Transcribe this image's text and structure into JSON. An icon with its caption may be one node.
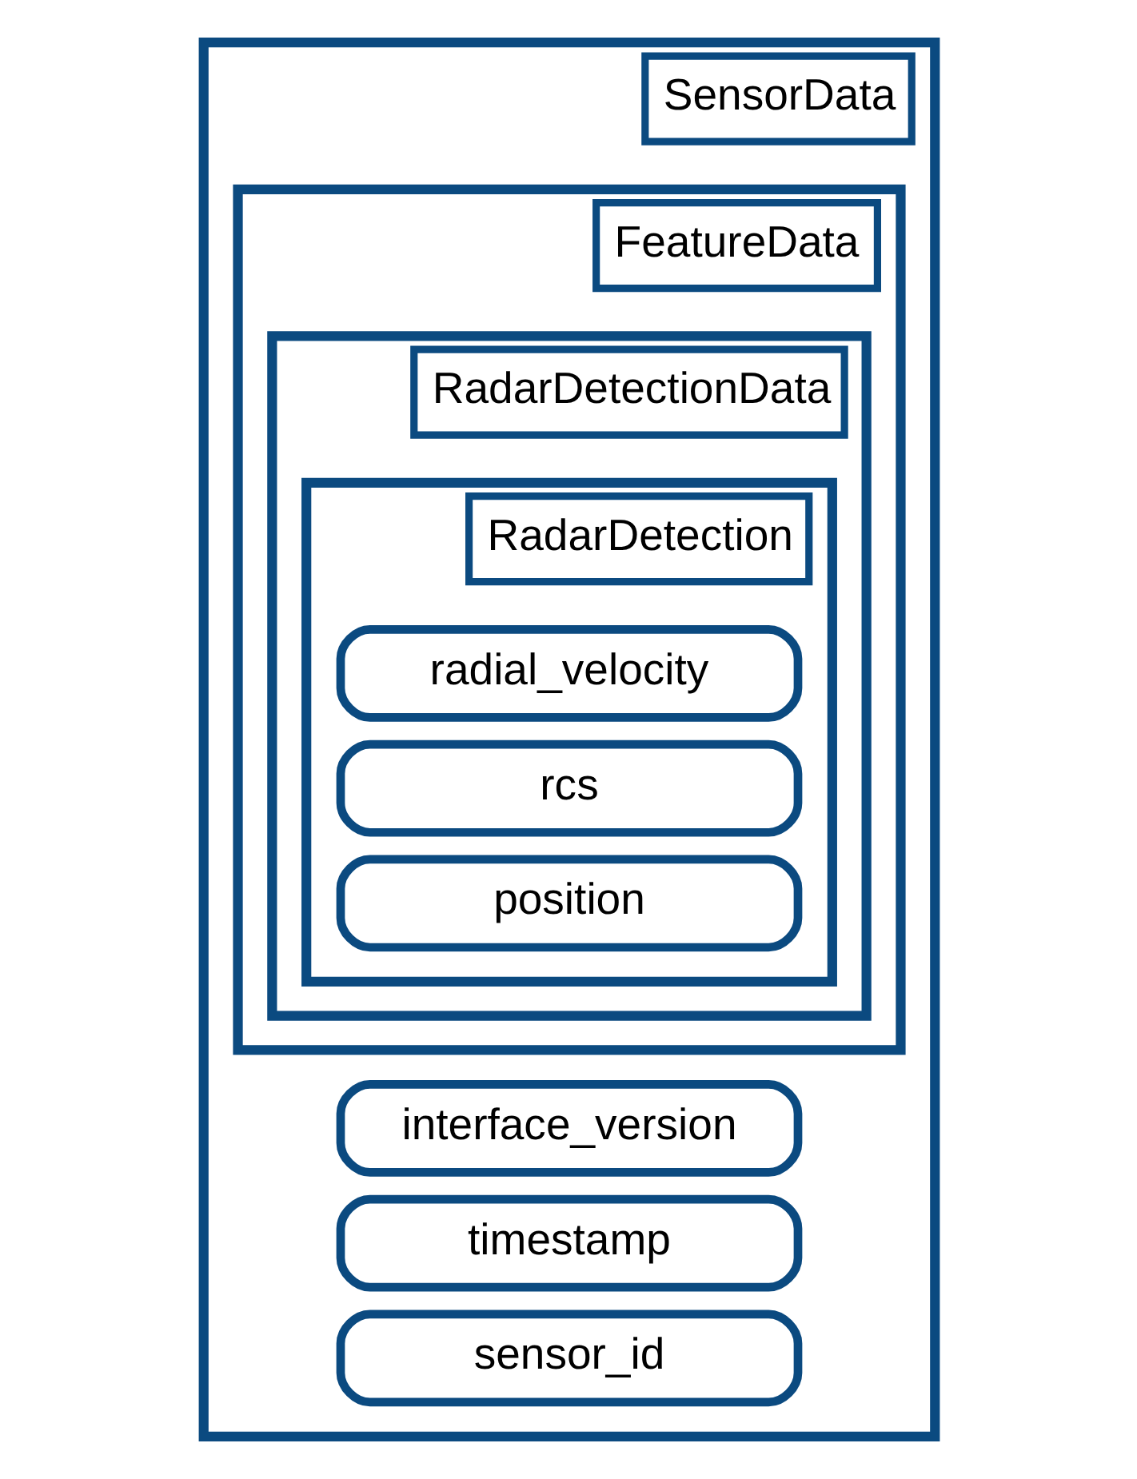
{
  "diagram": {
    "nodes": [
      {
        "text": [
          "SensorData"
        ]
      },
      {
        "text": [
          "interface_version"
        ],
        "in": 0
      },
      {
        "text": [
          "FeatureData"
        ],
        "in": 0
      },
      {
        "text": [
          "RadarDetectionData"
        ],
        "in": 2
      },
      {
        "text": [
          "RadarDetection"
        ],
        "in": 3
      },
      {
        "text": [
          "radial_velocity"
        ],
        "in": 4
      },
      {
        "text": [
          "rcs"
        ],
        "in": 4
      },
      {
        "text": [
          "position"
        ],
        "in": 4
      },
      {
        "text": [
          "timestamp"
        ],
        "in": 0
      },
      {
        "text": [
          "sensor_id"
        ],
        "in": 0
      }
    ]
  }
}
